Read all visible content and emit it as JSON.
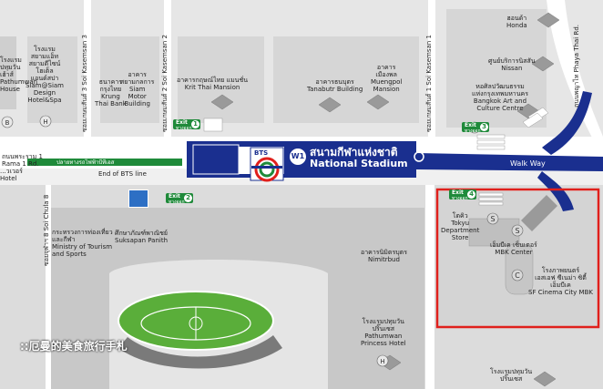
{
  "station": {
    "code": "W1",
    "name_th": "สนามกีฬาแห่งชาติ",
    "name_en": "National Stadium",
    "operator": "BTS"
  },
  "roads": {
    "rama1_th": "ถนนพระราม 1",
    "rama1_en": "Rama 1 Rd.",
    "phaya_thai": "ถนนพญาไท Phaya Thai Rd.",
    "soi_kasemsan3": "ซอยเกษมสันต์ 3 Soi Kasemsan 3",
    "soi_kasemsan2": "ซอยเกษมสันต์ 2 Soi Kasemsan 2",
    "soi_kasemsan1": "ซอยเกษมสันต์ 1 Soi Kasemsan 1",
    "soi_chula8": "ซอยจุฬาฯ 8 Soi Chula 8"
  },
  "end_of_line": {
    "th": "ปลายทางรถไฟฟ้าบีทีเอส",
    "en": "End of BTS line"
  },
  "walkway": "Walk Way",
  "exits": [
    {
      "en": "Exit",
      "th": "ทางออก",
      "num": "1"
    },
    {
      "en": "Exit",
      "th": "ทางออก",
      "num": "2"
    },
    {
      "en": "Exit",
      "th": "ทางออก",
      "num": "3"
    },
    {
      "en": "Exit",
      "th": "ทางออก",
      "num": "4"
    }
  ],
  "places": {
    "honda": [
      "ฮอนด้า",
      "Honda"
    ],
    "nissan": [
      "ศูนย์บริการนิสสัน",
      "Nissan"
    ],
    "bacc": [
      "หอศิลปวัฒนธรรม",
      "แห่งกรุงเทพมหานคร",
      "Bangkok Art and",
      "Culture Centre"
    ],
    "tanabutr": [
      "อาคารธนบุตร",
      "Tanabutr Building"
    ],
    "muengpol": [
      "อาคาร",
      "เมืองพล",
      "Muengpol",
      "Mansion"
    ],
    "krit": [
      "อาคารกฤษณ์ไทย แมนชั่น",
      "Krit Thai Mansion"
    ],
    "siam_motor": [
      "อาคาร",
      "สยามกลการ",
      "Siam",
      "Motor",
      "Building"
    ],
    "krung_thai": [
      "ธนาคาร",
      "กรุงไทย",
      "Krung",
      "Thai Bank"
    ],
    "siam_hotel": [
      "โรงแรม",
      "สยามแอ็ท",
      "สยามดีไซน์",
      "โฮเต็ล",
      "แอนด์สปา",
      "Siam@Siam",
      "Design",
      "Hotel&Spa"
    ],
    "left_hotel": [
      "โรงแรม",
      "ปทุมวัน",
      "เฮ้าส์",
      "Pathumwan",
      "House"
    ],
    "tourism": [
      "กระทรวงการท่องเที่ยว",
      "และกีฬา",
      "Ministry of Tourism",
      "and Sports"
    ],
    "suksapan": [
      "ศึกษาภัณฑ์พาณิชย์",
      "Suksapan Panith"
    ],
    "nimitrbud": [
      "อาคารนิมิตรบุตร",
      "Nimitrbud"
    ],
    "pathumwan_princess": [
      "โรงแรมปทุมวัน",
      "ปริ๊นเซส",
      "Pathumwan",
      "Princess Hotel"
    ],
    "tokyu": [
      "โตคิว",
      "Tokyu",
      "Department",
      "Store"
    ],
    "mbk": [
      "เอ็มบีเค เซ็นเตอร์",
      "MBK Center"
    ],
    "sf_cinema": [
      "โรงภาพยนตร์",
      "เอสเอฟ ซีเนม่า ซิตี้",
      "เอ็มบีเค",
      "SF Cinema City MBK"
    ],
    "bottom_hotel": [
      "โรงแรมปทุมวัน",
      "ปริ๊นเซส"
    ],
    "left_edge_hotel": [
      "...วเวอร์",
      "Hotel"
    ]
  },
  "watermark": "::厄曼的美食旅行手札",
  "colors": {
    "bts_blue": "#1a2f8f",
    "exit_green": "#1f8a3a",
    "highlight_red": "#e0201c",
    "pitch_green": "#5aae3a"
  }
}
